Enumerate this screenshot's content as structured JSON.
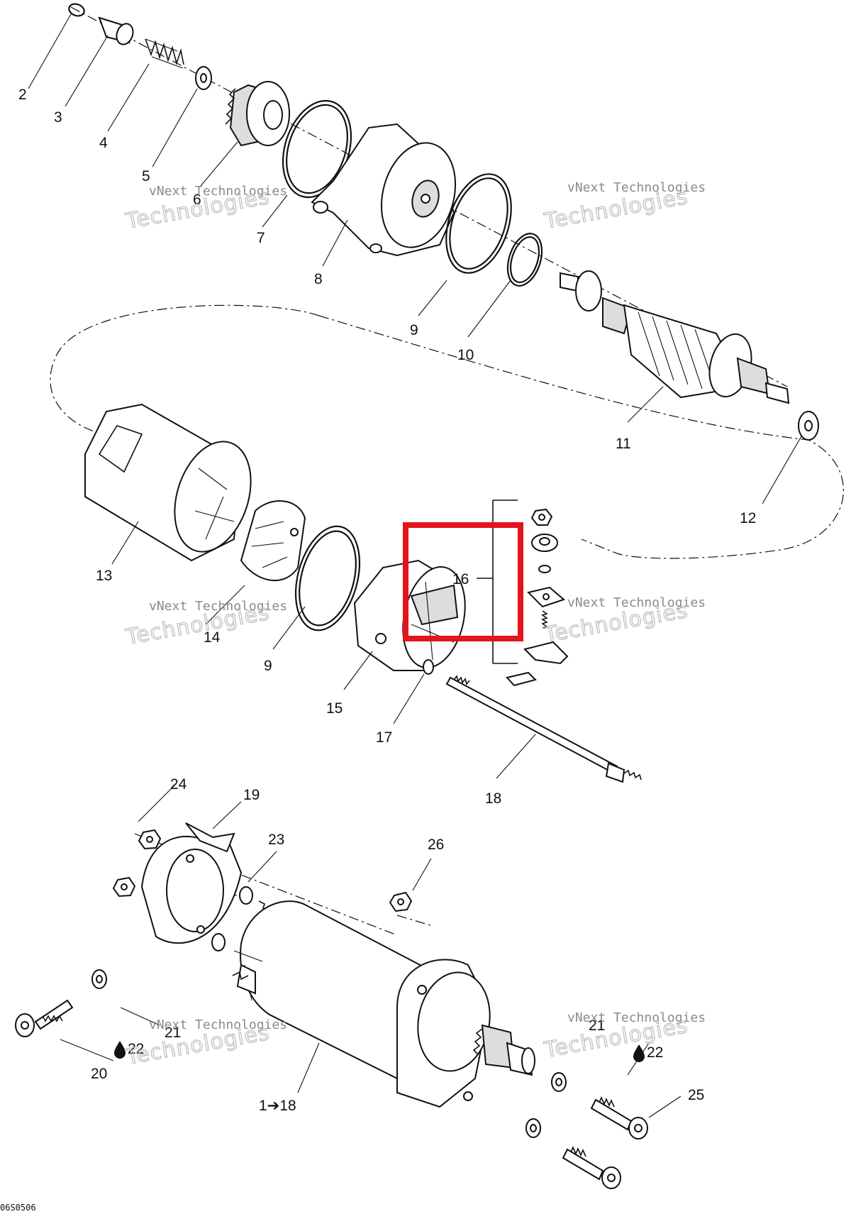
{
  "diagram": {
    "figure_code": "06S0506",
    "highlight_color": "#e3141b",
    "highlighted_item": "16",
    "watermark": {
      "line1": "vNext Technologies",
      "line2": "Technologies"
    },
    "callouts": {
      "c2": "2",
      "c3": "3",
      "c4": "4",
      "c5": "5",
      "c6": "6",
      "c7": "7",
      "c8": "8",
      "c9a": "9",
      "c10": "10",
      "c11": "11",
      "c12": "12",
      "c13": "13",
      "c14": "14",
      "c9b": "9",
      "c15": "15",
      "c16": "16",
      "c17": "17",
      "c18": "18",
      "c19": "19",
      "c20": "20",
      "c21a": "21",
      "c21b": "21",
      "c22a": "22",
      "c22b": "22",
      "c23": "23",
      "c24": "24",
      "c25": "25",
      "c26": "26",
      "c1to18": "1➔18"
    }
  }
}
